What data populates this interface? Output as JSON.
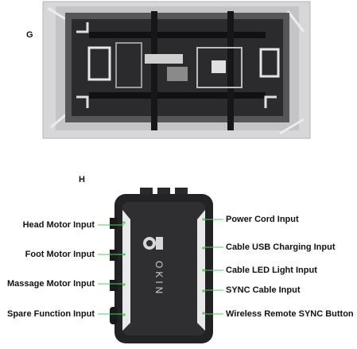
{
  "figure_g": {
    "letter": "G"
  },
  "figure_h": {
    "letter": "H",
    "brand": "OKIN",
    "left_labels": [
      "Head Motor Input",
      "Foot Motor Input",
      "Massage Motor Input",
      "Spare Function Input"
    ],
    "right_labels": [
      "Power Cord Input",
      "Cable USB Charging Input",
      "Cable LED Light Input",
      "SYNC Cable Input",
      "Wireless Remote SYNC Button"
    ]
  }
}
